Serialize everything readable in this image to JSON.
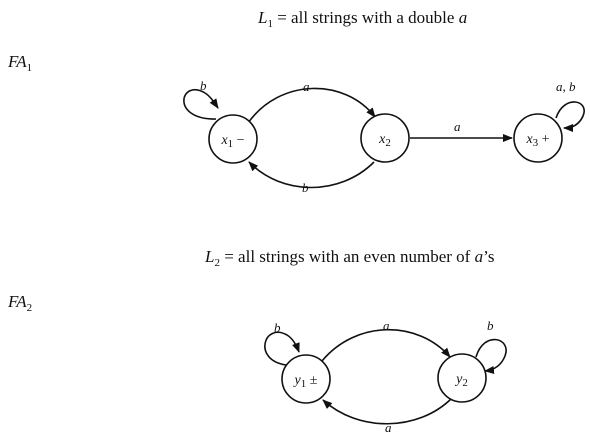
{
  "fa1": {
    "label": {
      "base": "FA",
      "sub": "1"
    },
    "heading": {
      "lang": "L",
      "sub": "1",
      "text": " = all strings with a double ",
      "symbol": "a"
    },
    "states": [
      {
        "id": "x1",
        "name": "x",
        "sub": "1",
        "marker": " −"
      },
      {
        "id": "x2",
        "name": "x",
        "sub": "2",
        "marker": ""
      },
      {
        "id": "x3",
        "name": "x",
        "sub": "3",
        "marker": " +"
      }
    ],
    "edges": {
      "x1_loop": "b",
      "x1_to_x2": "a",
      "x2_to_x1": "b",
      "x2_to_x3": "a",
      "x3_loop": "a, b"
    }
  },
  "fa2": {
    "label": {
      "base": "FA",
      "sub": "2"
    },
    "heading": {
      "lang": "L",
      "sub": "2",
      "text": " = all strings with an even number of ",
      "symbol": "a",
      "suffix": "’s"
    },
    "states": [
      {
        "id": "y1",
        "name": "y",
        "sub": "1",
        "marker": " ±"
      },
      {
        "id": "y2",
        "name": "y",
        "sub": "2",
        "marker": ""
      }
    ],
    "edges": {
      "y1_loop": "b",
      "y1_to_y2": "a",
      "y2_to_y1": "a",
      "y2_loop": "b"
    }
  }
}
